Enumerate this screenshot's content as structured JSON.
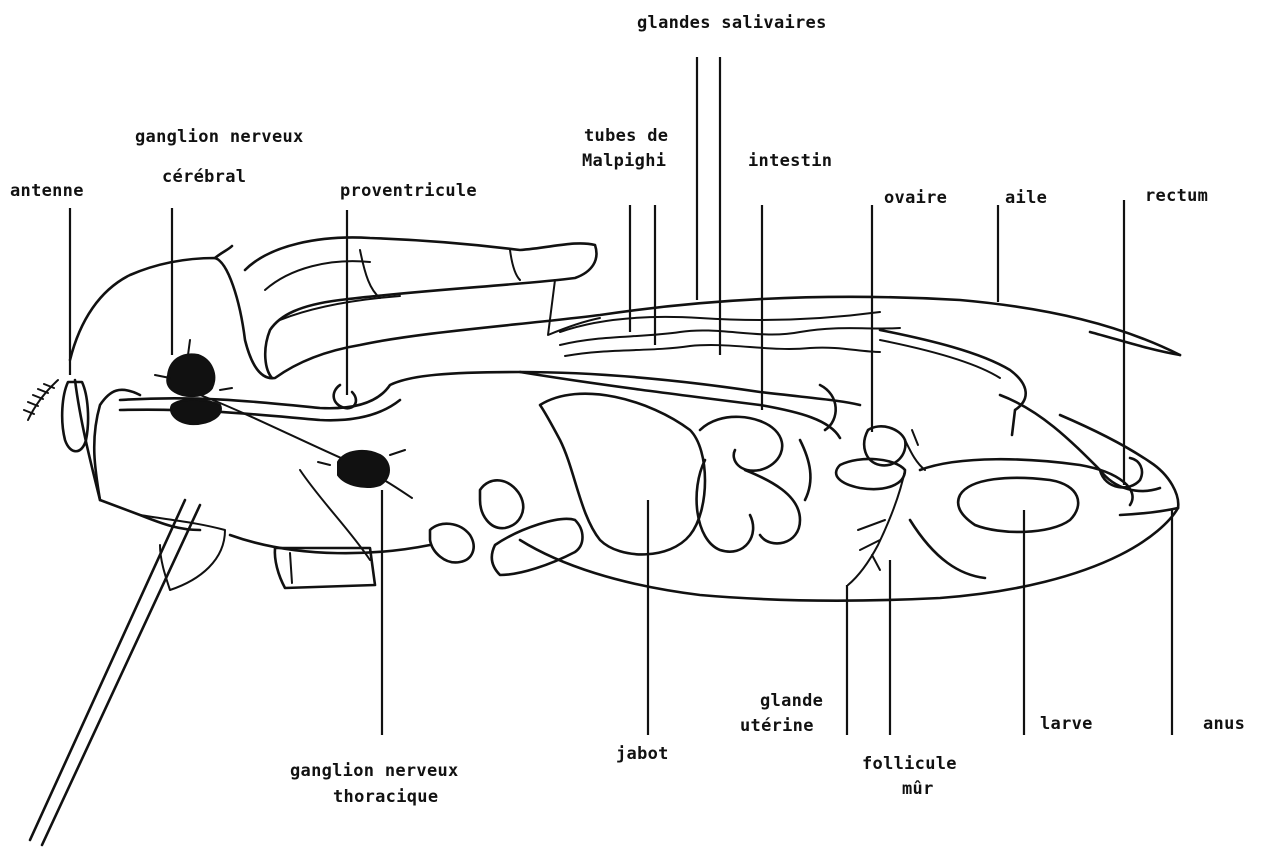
{
  "labels": {
    "glandes_salivaires": "glandes salivaires",
    "ganglion_cerebral_line1": "ganglion nerveux",
    "ganglion_cerebral_line2": "cérébral",
    "tubes_de": "tubes de",
    "malpighi": "Malpighi",
    "intestin": "intestin",
    "antenne": "antenne",
    "proventricule": "proventricule",
    "ovaire": "ovaire",
    "aile": "aile",
    "rectum": "rectum",
    "glande_line1": "glande",
    "glande_line2": "utérine",
    "larve": "larve",
    "anus": "anus",
    "jabot": "jabot",
    "follicule_line1": "follicule",
    "follicule_line2": "mûr",
    "ganglion_thoracique_line1": "ganglion nerveux",
    "ganglion_thoracique_line2": "thoracique"
  },
  "colors": {
    "ink": "#111111",
    "paper": "#ffffff"
  }
}
